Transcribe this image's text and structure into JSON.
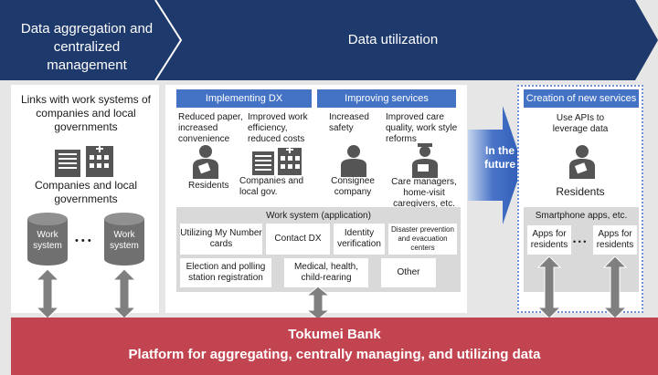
{
  "banner": {
    "left_title": "Data aggregation and centralized management",
    "right_title": "Data utilization"
  },
  "left_panel": {
    "links_text": "Links with work systems of companies and local governments",
    "entity_label": "Companies and local governments",
    "cylinder_a": "Work system",
    "cylinder_b": "Work system",
    "ellipsis": "• • •"
  },
  "middle_panel": {
    "header_dx": "Implementing DX",
    "header_services": "Improving services",
    "benefits": [
      "Reduced paper, increased convenience",
      "Improved work efficiency, reduced costs",
      "Increased safety",
      "Improved care quality, work style reforms"
    ],
    "actors": [
      "Residents",
      "Companies and local gov.",
      "Consignee company",
      "Care managers, home-visit caregivers, etc."
    ],
    "work_system_title": "Work system (application)",
    "apps": [
      "Utilizing My Number cards",
      "Contact DX",
      "Identity verification",
      "Disaster prevention and evacuation centers",
      "Election and polling station registration",
      "Medical, health, child-rearing",
      "Other"
    ]
  },
  "future_arrow": "In the future",
  "right_panel": {
    "header": "Creation of new services",
    "api_text": "Use APIs to leverage data",
    "residents_label": "Residents",
    "apps_title": "Smartphone apps, etc.",
    "app_a": "Apps for residents",
    "app_b": "Apps for residents",
    "ellipsis": "• • •"
  },
  "footer": {
    "title": "Tokumei Bank",
    "subtitle": "Platform for aggregating, centrally managing, and utilizing data"
  },
  "colors": {
    "navy": "#1e3a6c",
    "blue_header": "#4472c4",
    "red_footer": "#c24450",
    "cylinder": "#707070"
  }
}
